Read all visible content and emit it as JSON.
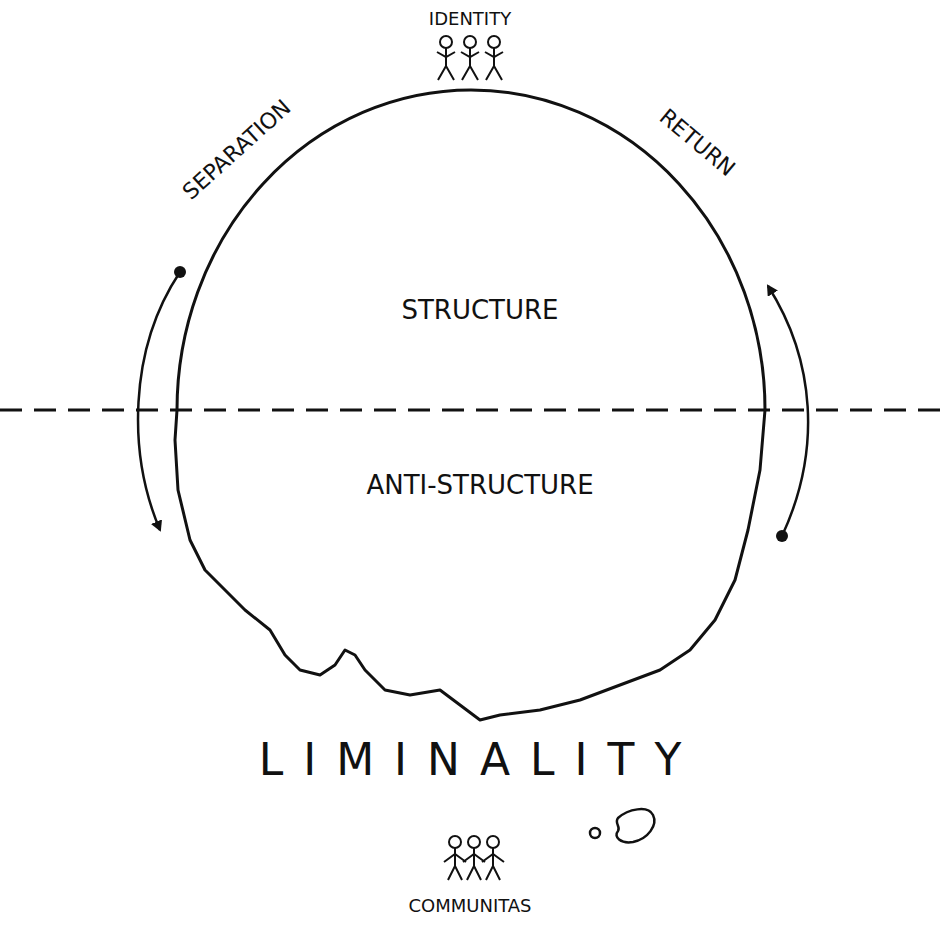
{
  "diagram": {
    "nodes": [
      {
        "text": [
          "STRUCTURE",
          "ANTI-STRUCTURE"
        ]
      }
    ],
    "labels": [
      "IDENTITY",
      "SEPARATION",
      "RETURN",
      "LIMINALITY",
      "COMMUNITAS"
    ]
  }
}
